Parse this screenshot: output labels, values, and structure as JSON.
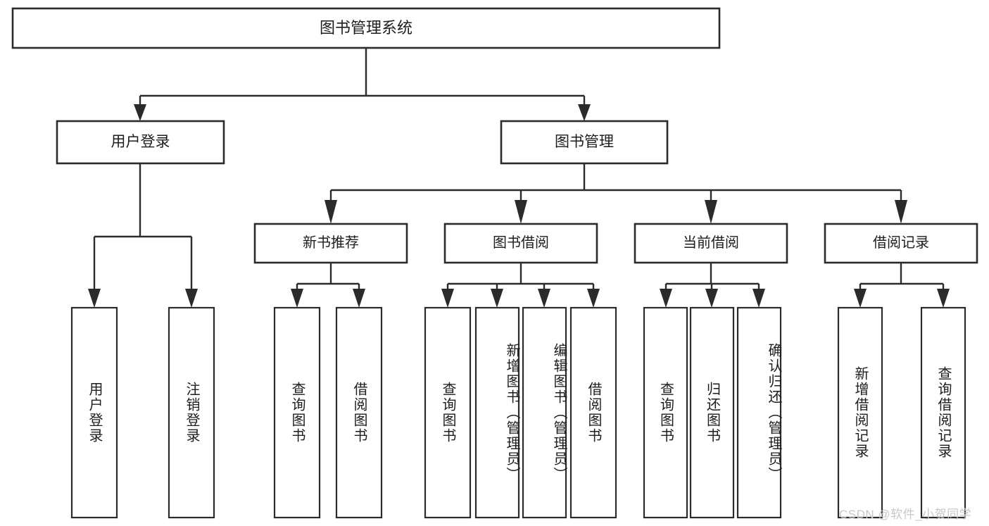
{
  "diagram": {
    "type": "tree-hierarchy",
    "title": "图书管理系统",
    "root": {
      "label": "图书管理系统"
    },
    "level2": [
      {
        "label": "用户登录"
      },
      {
        "label": "图书管理"
      }
    ],
    "level3": [
      {
        "label": "新书推荐"
      },
      {
        "label": "图书借阅"
      },
      {
        "label": "当前借阅"
      },
      {
        "label": "借阅记录"
      }
    ],
    "leaves_user_login": [
      {
        "label": "用户登录"
      },
      {
        "label": "注销登录"
      }
    ],
    "leaves_new_book": [
      {
        "label": "查询图书"
      },
      {
        "label": "借阅图书"
      }
    ],
    "leaves_borrow": [
      {
        "label": "查询图书"
      },
      {
        "label": "新增图书（管理员）"
      },
      {
        "label": "编辑图书（管理员）"
      },
      {
        "label": "借阅图书"
      }
    ],
    "leaves_current": [
      {
        "label": "查询图书"
      },
      {
        "label": "归还图书"
      },
      {
        "label": "确认归还（管理员）"
      }
    ],
    "leaves_records": [
      {
        "label": "新增借阅记录"
      },
      {
        "label": "查询借阅记录"
      }
    ]
  },
  "watermark": {
    "text": "CSDN @软件_小贺同学"
  },
  "colors": {
    "stroke": "#2b2b2b",
    "box_fill": "#ffffff",
    "text": "#1d1d1d",
    "watermark": "#c8c8c8",
    "background": "#ffffff"
  }
}
